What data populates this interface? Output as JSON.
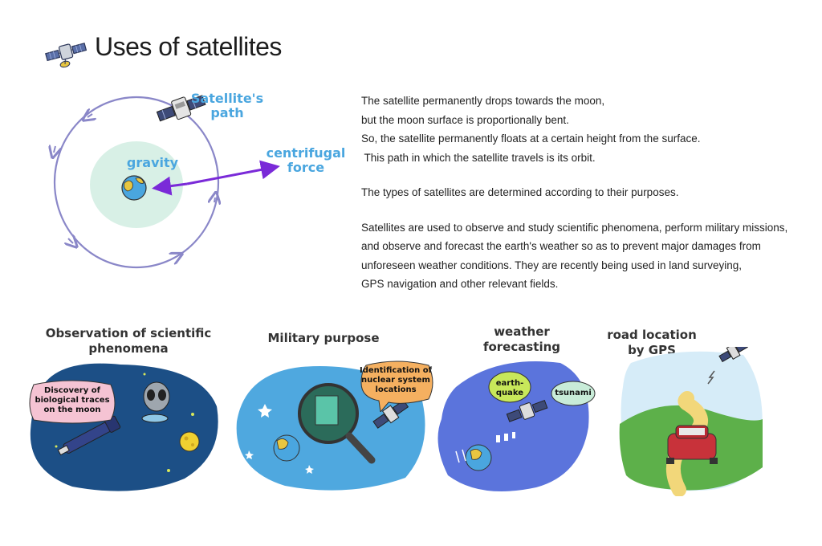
{
  "header": {
    "title": "Uses of satellites",
    "icon": "satellite-icon"
  },
  "orbit_diagram": {
    "path_label": "Satellite's\npath",
    "gravity_label": "gravity",
    "force_label": "centrifugal\nforce",
    "colors": {
      "label": "#4aa6df",
      "arrow": "#7a2ad8",
      "orbit": "#8a87c8",
      "gravity_zone": "#d8f0e6"
    }
  },
  "description": {
    "paragraphs": [
      [
        "The satellite permanently drops towards the moon,",
        "but the moon surface is proportionally bent.",
        "So, the satellite permanently floats at a certain height from the surface.",
        " This path in which the satellite travels is its orbit."
      ],
      [
        "The types of satellites are determined according to their purposes."
      ],
      [
        "Satellites are used to observe and study scientific phenomena, perform military missions,",
        "and observe and forecast the earth's weather so as to prevent major damages from",
        "unforeseen weather conditions. They are recently being used in land surveying,",
        "GPS navigation and other relevant fields."
      ]
    ]
  },
  "panels": {
    "science": {
      "title": "Observation of scientific\nphenomena",
      "bubble": "Discovery of\nbiological traces\non the moon"
    },
    "military": {
      "title": "Military purpose",
      "bubble": "Identification of\nnuclear system\nlocations"
    },
    "weather": {
      "title": "weather\nforecasting",
      "bubble_1": "earth-\nquake",
      "bubble_2": "tsunami"
    },
    "gps": {
      "title": "road location\nby GPS"
    }
  }
}
